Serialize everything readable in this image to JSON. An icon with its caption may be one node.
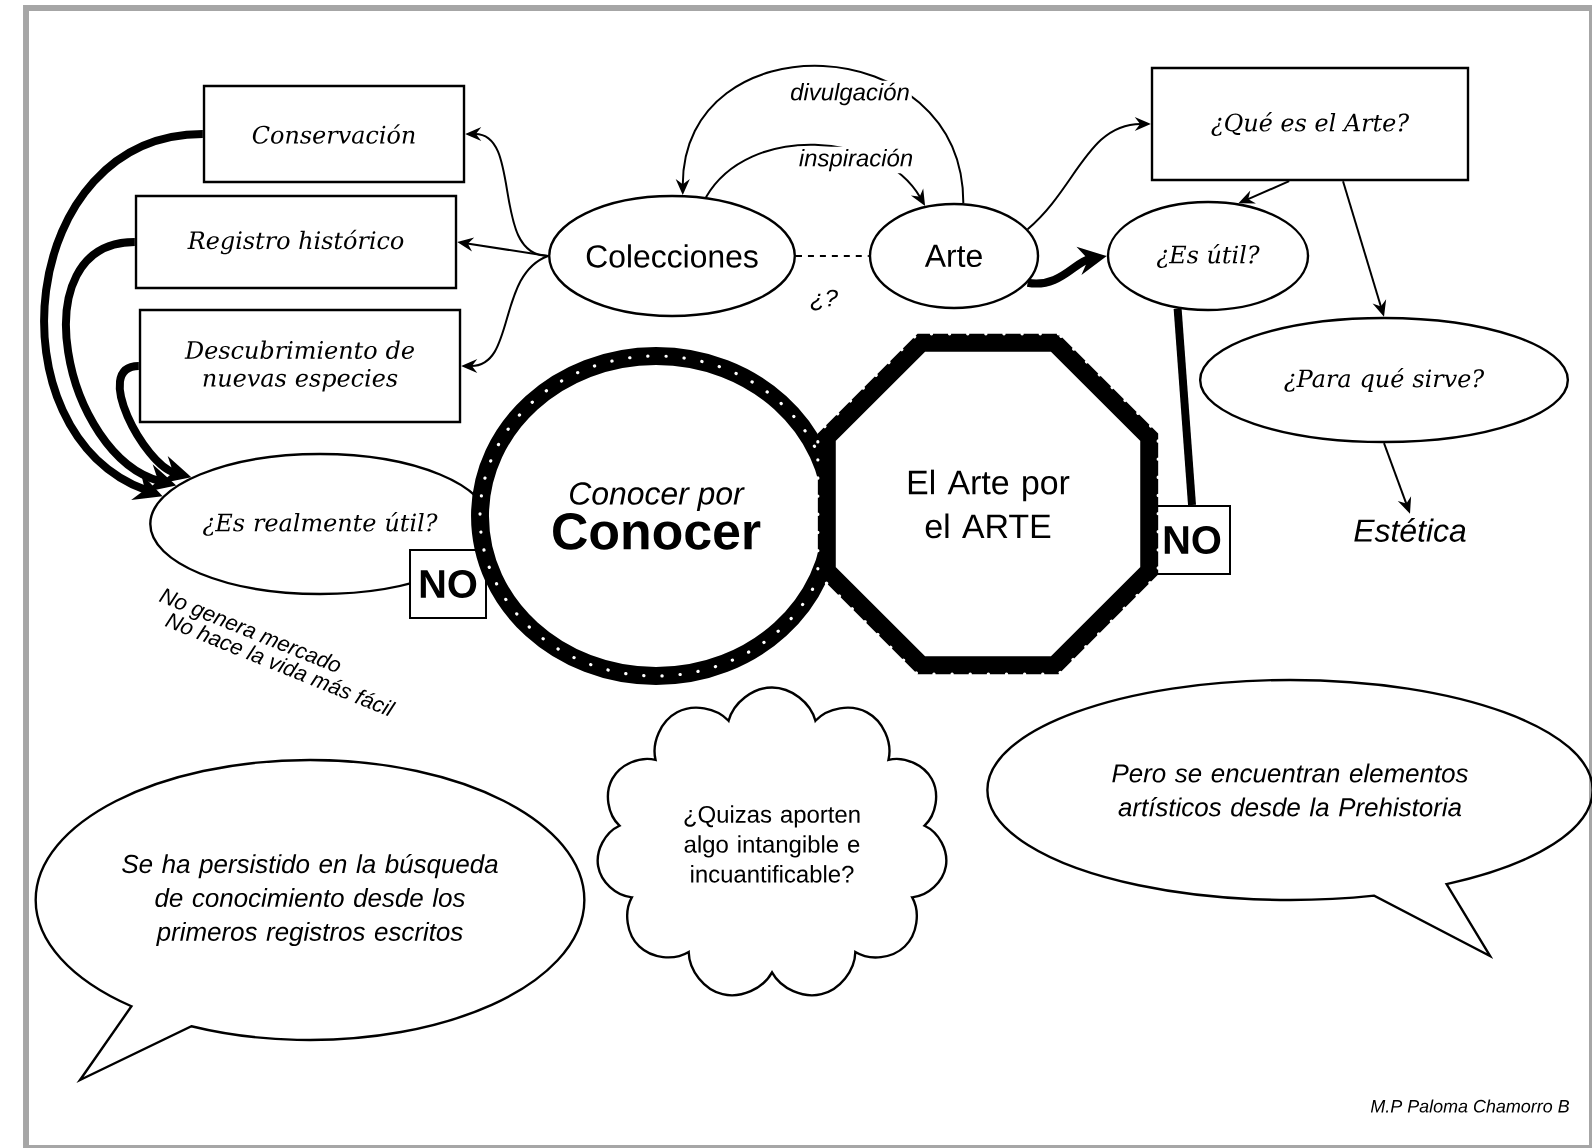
{
  "diagram": {
    "nodes": [
      {
        "text": [
          "Conservación"
        ]
      },
      {
        "text": [
          "Registro histórico"
        ]
      },
      {
        "text": [
          "Descubrimiento de nuevas especies"
        ]
      },
      {
        "text": [
          "¿Es realmente útil?"
        ]
      },
      {
        "text": [
          "NO"
        ]
      },
      {
        "text": [
          "Colecciones"
        ]
      },
      {
        "text": [
          "Arte"
        ]
      },
      {
        "text": [
          "¿Qué es el Arte?"
        ]
      },
      {
        "text": [
          "¿Es útil?"
        ]
      },
      {
        "text": [
          "¿Para qué sirve?"
        ]
      },
      {
        "text": [
          "NO"
        ]
      },
      {
        "text": [
          "Estética"
        ]
      },
      {
        "text": [
          "Conocer por",
          "Conocer"
        ]
      },
      {
        "text": [
          "El Arte por el ARTE"
        ]
      },
      {
        "text": [
          "Se ha persistido en la búsqueda de conocimiento desde los primeros registros escritos"
        ]
      },
      {
        "text": [
          "¿Quizas aporten algo intangible e incuantificable?"
        ]
      },
      {
        "text": [
          "Pero se encuentran elementos artísticos desde la Prehistoria"
        ]
      }
    ],
    "edges": [
      {
        "from": 5,
        "to": 0,
        "arrow": "to"
      },
      {
        "from": 5,
        "to": 1,
        "arrow": "to"
      },
      {
        "from": 5,
        "to": 2,
        "arrow": "to"
      },
      {
        "from": 0,
        "to": 3,
        "arrow": "to",
        "style": "thick"
      },
      {
        "from": 1,
        "to": 3,
        "arrow": "to",
        "style": "thick"
      },
      {
        "from": 2,
        "to": 3,
        "arrow": "to",
        "style": "thick"
      },
      {
        "from": 6,
        "to": 5,
        "arrow": "to",
        "label": "divulgación"
      },
      {
        "from": 5,
        "to": 6,
        "arrow": "to",
        "label": "inspiración"
      },
      {
        "from": 5,
        "to": 6,
        "arrow": "none",
        "style": "dashed",
        "label": "¿?"
      },
      {
        "from": 6,
        "to": 7,
        "arrow": "to"
      },
      {
        "from": 6,
        "to": 8,
        "arrow": "to",
        "style": "thick"
      },
      {
        "from": 7,
        "to": 8,
        "arrow": "to"
      },
      {
        "from": 7,
        "to": 9,
        "arrow": "to"
      },
      {
        "from": 9,
        "to": 11,
        "arrow": "to"
      },
      {
        "from": 8,
        "to": 10,
        "arrow": "none",
        "style": "thick"
      }
    ],
    "labels": [
      "No genera mercado",
      "No hace la vida más fácil",
      "M.P Paloma Chamorro B"
    ]
  }
}
